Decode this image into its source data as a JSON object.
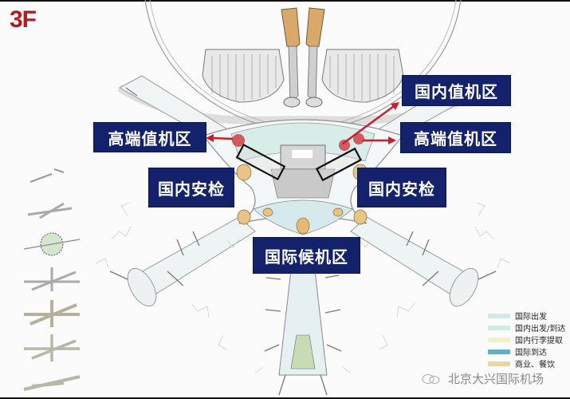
{
  "floor_label": "3F",
  "callouts": {
    "domestic_checkin": "国内值机区",
    "premium_checkin_left": "高端值机区",
    "premium_checkin_right": "高端值机区",
    "domestic_security_left": "国内安检",
    "domestic_security_right": "国内安检",
    "intl_departure_lounge": "国际候机区"
  },
  "legend": {
    "items": [
      {
        "label": "国际出发",
        "color": "#d3e6ea"
      },
      {
        "label": "国内出发/到达",
        "color": "#cdeee3"
      },
      {
        "label": "国内行李提取",
        "color": "#f0f3c8"
      },
      {
        "label": "国际到达",
        "color": "#5fb2c4"
      },
      {
        "label": "商业、餐饮",
        "color": "#e8d7a0"
      }
    ]
  },
  "watermark": {
    "text": "北京大兴国际机场",
    "icon": "wechat-icon"
  },
  "thumbnails": {
    "count": 7,
    "highlighted_index": 2,
    "tag": "F"
  },
  "colors": {
    "callout_bg": "#13226a",
    "arrow": "#c8202a",
    "floor_label": "#b01e23",
    "highlight_box": "#111111"
  }
}
